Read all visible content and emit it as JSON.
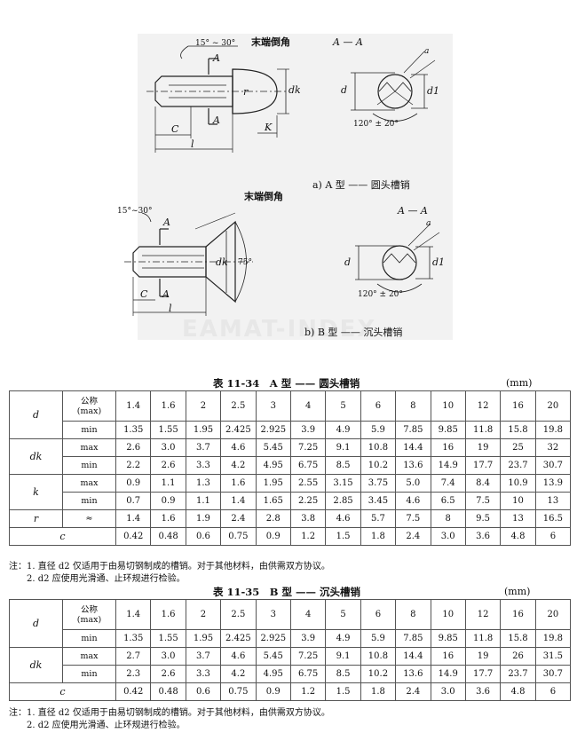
{
  "figures": {
    "a": {
      "chamfer_label": "末端倒角",
      "angle_label": "15° ~ 30°",
      "section_label": "A — A",
      "cut_label_A": "A",
      "dim_C": "C",
      "dim_l": "l",
      "dim_K": "K",
      "dim_dk": "dk",
      "dim_d": "d",
      "dim_d1": "d1",
      "dim_r": "r",
      "dim_a": "a",
      "section_angle": "120° ± 20°",
      "caption": "a) A 型 —— 圆头槽销"
    },
    "b": {
      "chamfer_label": "末端倒角",
      "angle_label": "15°~30°",
      "section_label": "A — A",
      "cut_label_A": "A",
      "dim_C": "C",
      "dim_l": "l",
      "dim_dk": "dk",
      "dim_d": "d",
      "dim_d1": "d1",
      "dim_a": "a",
      "cone_angle": "75°",
      "section_angle": "120° ± 20°",
      "caption": "b) B 型 —— 沉头槽销"
    },
    "watermark": "EAMAT-INDEX"
  },
  "table_a": {
    "title": "表 11-34　A 型 —— 圆头槽销",
    "unit": "(mm)",
    "rows": [
      {
        "param": "d",
        "sub": [
          "公称",
          "(max)"
        ],
        "values": [
          "1.4",
          "1.6",
          "2",
          "2.5",
          "3",
          "4",
          "5",
          "6",
          "8",
          "10",
          "12",
          "16",
          "20"
        ]
      },
      {
        "param": "",
        "sub": [
          "min"
        ],
        "values": [
          "1.35",
          "1.55",
          "1.95",
          "2.425",
          "2.925",
          "3.9",
          "4.9",
          "5.9",
          "7.85",
          "9.85",
          "11.8",
          "15.8",
          "19.8"
        ]
      },
      {
        "param": "dk",
        "sub": [
          "max"
        ],
        "values": [
          "2.6",
          "3.0",
          "3.7",
          "4.6",
          "5.45",
          "7.25",
          "9.1",
          "10.8",
          "14.4",
          "16",
          "19",
          "25",
          "32"
        ]
      },
      {
        "param": "",
        "sub": [
          "min"
        ],
        "values": [
          "2.2",
          "2.6",
          "3.3",
          "4.2",
          "4.95",
          "6.75",
          "8.5",
          "10.2",
          "13.6",
          "14.9",
          "17.7",
          "23.7",
          "30.7"
        ]
      },
      {
        "param": "k",
        "sub": [
          "max"
        ],
        "values": [
          "0.9",
          "1.1",
          "1.3",
          "1.6",
          "1.95",
          "2.55",
          "3.15",
          "3.75",
          "5.0",
          "7.4",
          "8.4",
          "10.9",
          "13.9"
        ]
      },
      {
        "param": "",
        "sub": [
          "min"
        ],
        "values": [
          "0.7",
          "0.9",
          "1.1",
          "1.4",
          "1.65",
          "2.25",
          "2.85",
          "3.45",
          "4.6",
          "6.5",
          "7.5",
          "10",
          "13"
        ]
      },
      {
        "param": "r",
        "sub": [
          "≈"
        ],
        "values": [
          "1.4",
          "1.6",
          "1.9",
          "2.4",
          "2.8",
          "3.8",
          "4.6",
          "5.7",
          "7.5",
          "8",
          "9.5",
          "13",
          "16.5"
        ]
      },
      {
        "param": "c",
        "sub": [],
        "values": [
          "0.42",
          "0.48",
          "0.6",
          "0.75",
          "0.9",
          "1.2",
          "1.5",
          "1.8",
          "2.4",
          "3.0",
          "3.6",
          "4.8",
          "6"
        ]
      }
    ],
    "notes": [
      "注：1. 直径 d2 仅适用于由易切钢制成的槽销。对于其他材料，由供需双方协议。",
      "　　2. d2 应使用光滑通、止环规进行检验。"
    ]
  },
  "table_b": {
    "title": "表 11-35　B 型 —— 沉头槽销",
    "unit": "(mm)",
    "rows": [
      {
        "param": "d",
        "sub": [
          "公称",
          "(max)"
        ],
        "values": [
          "1.4",
          "1.6",
          "2",
          "2.5",
          "3",
          "4",
          "5",
          "6",
          "8",
          "10",
          "12",
          "16",
          "20"
        ]
      },
      {
        "param": "",
        "sub": [
          "min"
        ],
        "values": [
          "1.35",
          "1.55",
          "1.95",
          "2.425",
          "2.925",
          "3.9",
          "4.9",
          "5.9",
          "7.85",
          "9.85",
          "11.8",
          "15.8",
          "19.8"
        ]
      },
      {
        "param": "dk",
        "sub": [
          "max"
        ],
        "values": [
          "2.7",
          "3.0",
          "3.7",
          "4.6",
          "5.45",
          "7.25",
          "9.1",
          "10.8",
          "14.4",
          "16",
          "19",
          "26",
          "31.5"
        ]
      },
      {
        "param": "",
        "sub": [
          "min"
        ],
        "values": [
          "2.3",
          "2.6",
          "3.3",
          "4.2",
          "4.95",
          "6.75",
          "8.5",
          "10.2",
          "13.6",
          "14.9",
          "17.7",
          "23.7",
          "30.7"
        ]
      },
      {
        "param": "c",
        "sub": [],
        "values": [
          "0.42",
          "0.48",
          "0.6",
          "0.75",
          "0.9",
          "1.2",
          "1.5",
          "1.8",
          "2.4",
          "3.0",
          "3.6",
          "4.8",
          "6"
        ]
      }
    ],
    "notes": [
      "注：1. 直径 d2 仅适用于由易切钢制成的槽销。对于其他材料，由供需双方协议。",
      "　　2. d2 应使用光滑通、止环规进行检验。"
    ]
  }
}
